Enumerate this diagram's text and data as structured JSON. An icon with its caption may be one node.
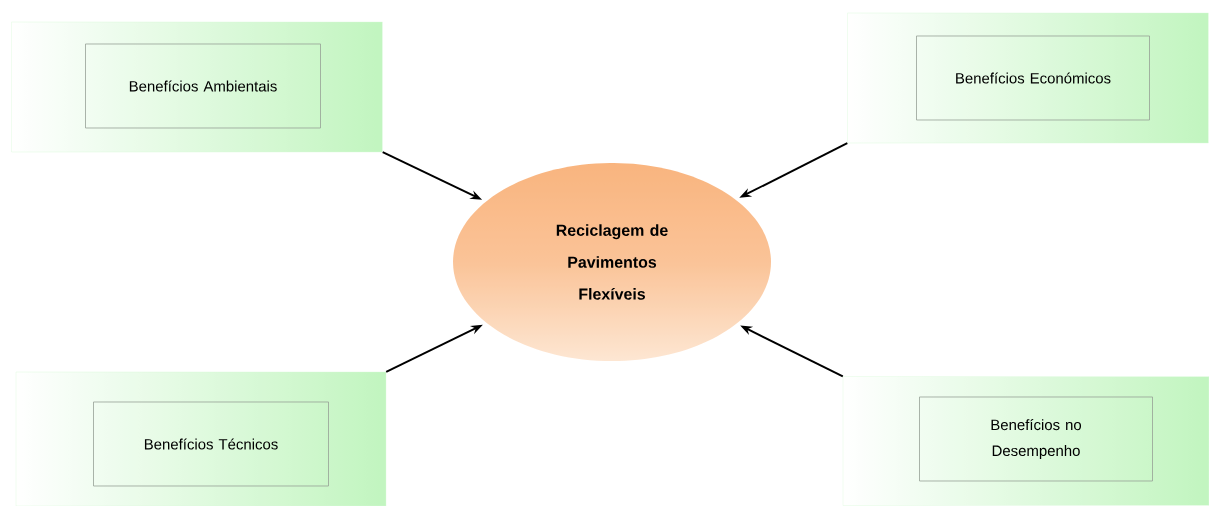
{
  "diagram": {
    "nodes": [
      {
        "text": [],
        "shape": "box"
      },
      {
        "text": [
          "Benefícios Ambientais"
        ],
        "in": 0
      },
      {
        "text": [],
        "shape": "box"
      },
      {
        "text": [
          "Benefícios Económicos"
        ],
        "in": 2
      },
      {
        "text": [
          "Reciclagem de Pavimentos Flexíveis"
        ]
      },
      {
        "text": [],
        "shape": "box"
      },
      {
        "text": [
          "Benefícios Técnicos"
        ],
        "in": 5
      },
      {
        "text": [],
        "shape": "box"
      },
      {
        "text": [
          "Benefícios no Desempenho"
        ],
        "in": 7
      }
    ],
    "edges": [
      {
        "from": 0,
        "to": 4,
        "arrow": "to"
      },
      {
        "from": 2,
        "to": 4,
        "arrow": "to"
      },
      {
        "from": 5,
        "to": 4,
        "arrow": "to"
      },
      {
        "from": 7,
        "to": 4,
        "arrow": "to"
      }
    ]
  }
}
